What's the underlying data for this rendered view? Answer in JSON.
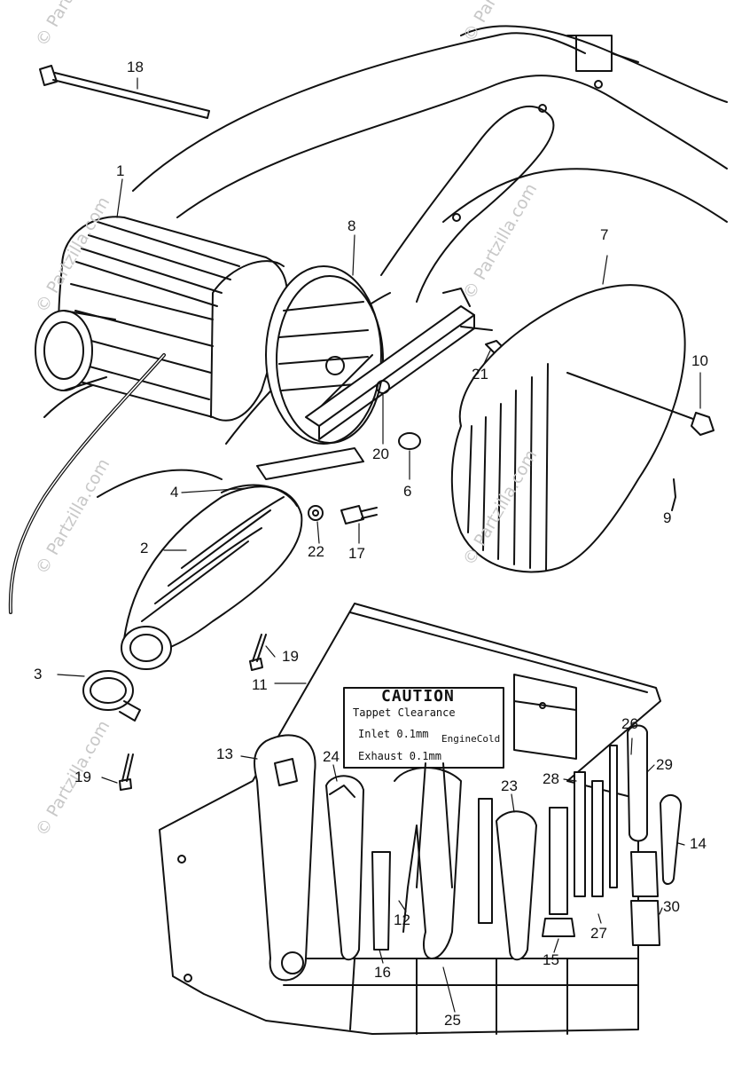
{
  "watermark": "© Partzilla.com",
  "caution_card": {
    "title": "CAUTION",
    "line1": "Tappet Clearance",
    "line2": "Inlet 0.1mm",
    "line3": "EngineCold",
    "line4": "Exhaust 0.1mm"
  },
  "labels": {
    "p1": "1",
    "p2": "2",
    "p3": "3",
    "p4": "4",
    "p6": "6",
    "p7": "7",
    "p8": "8",
    "p9": "9",
    "p10": "10",
    "p11": "11",
    "p12": "12",
    "p13": "13",
    "p14": "14",
    "p15": "15",
    "p16": "16",
    "p17": "17",
    "p18": "18",
    "p19a": "19",
    "p19b": "19",
    "p20": "20",
    "p21": "21",
    "p22": "22",
    "p23": "23",
    "p24": "24",
    "p25": "25",
    "p26": "26",
    "p27": "27",
    "p28": "28",
    "p29": "29",
    "p30": "30"
  },
  "colors": {
    "ink": "#111111",
    "paper": "#ffffff",
    "watermark": "#c8c8c8"
  }
}
